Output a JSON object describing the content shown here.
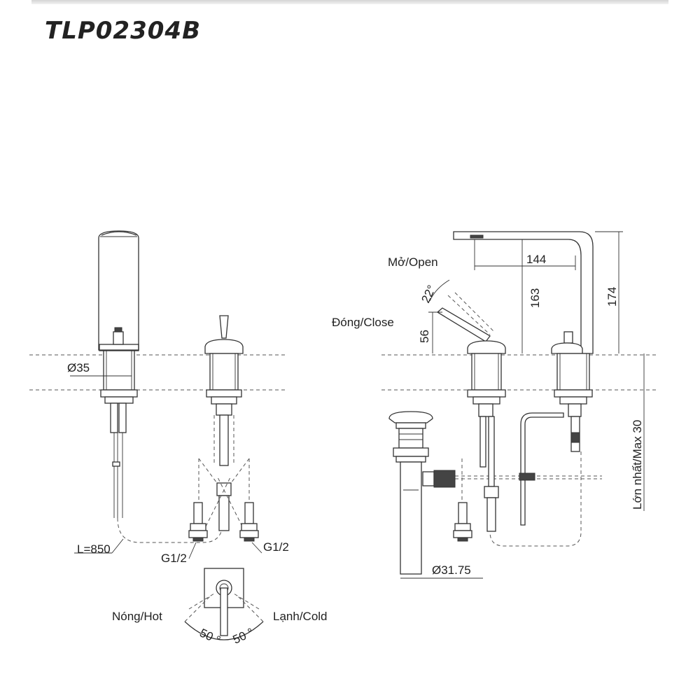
{
  "header": {
    "model": "TLP02304B"
  },
  "dimensions": {
    "mounting_hole": "Ø35",
    "hose_length": "L=850",
    "connection_left": "G1/2",
    "connection_right": "G1/2",
    "drain_diameter": "Ø31.75",
    "reach": "144",
    "spout_height": "163",
    "total_height": "174",
    "lever_height": "56",
    "lever_angle": "22°",
    "handle_angle_hot": "50 °",
    "handle_angle_cold": "50 °",
    "max_thickness_vi": "Lớn nhất/",
    "max_thickness_en": "Max 30"
  },
  "labels": {
    "open_vi": "Mở/",
    "open_en": "Open",
    "close_vi": "Đóng/",
    "close_en": "Close",
    "hot_vi": "Nóng/",
    "hot_en": "Hot",
    "cold_vi": "Lạnh/",
    "cold_en": "Cold"
  }
}
